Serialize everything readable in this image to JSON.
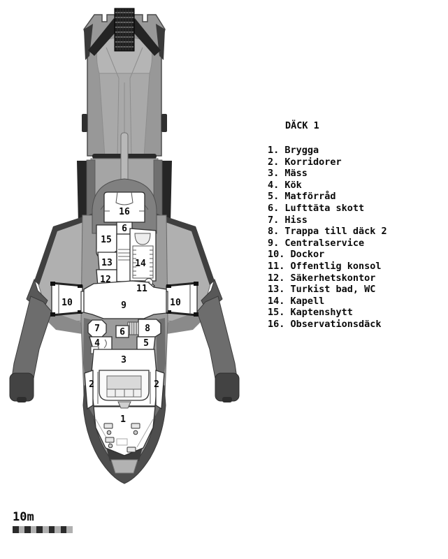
{
  "title": "DÄCK 1",
  "legend": {
    "items": [
      "1. Brygga",
      "2. Korridorer",
      "3. Mäss",
      "4. Kök",
      "5. Matförråd",
      "6. Lufttäta skott",
      "7. Hiss",
      "8. Trappa till däck 2",
      "9. Centralservice",
      "10. Dockor",
      "11. Offentlig konsol",
      "12. Säkerhetskontor",
      "13. Turkist bad, WC",
      "14. Kapell",
      "15. Kaptenshytt",
      "16. Observationsdäck"
    ]
  },
  "map_labels": {
    "n1": "1",
    "n2": "2",
    "n3": "3",
    "n4": "4",
    "n5": "5",
    "n6": "6",
    "n7": "7",
    "n8": "8",
    "n9": "9",
    "n10": "10",
    "n11": "11",
    "n12": "12",
    "n13": "13",
    "n14": "14",
    "n15": "15",
    "n16": "16"
  },
  "scale": {
    "label": "10m"
  },
  "colors": {
    "background": "#ffffff",
    "hull_light": "#b5b5b5",
    "hull_mid": "#9c9c9c",
    "hull_dark": "#2a2a2a",
    "wing_plate": "#8a8a8a",
    "landing_leg": "#6d6d6d",
    "deck_rooms": "#ffffff",
    "walls": "#2f2f2f",
    "text": "#000000",
    "scale_dark": "#2b2b2b",
    "scale_light": "#b0b0b0"
  }
}
